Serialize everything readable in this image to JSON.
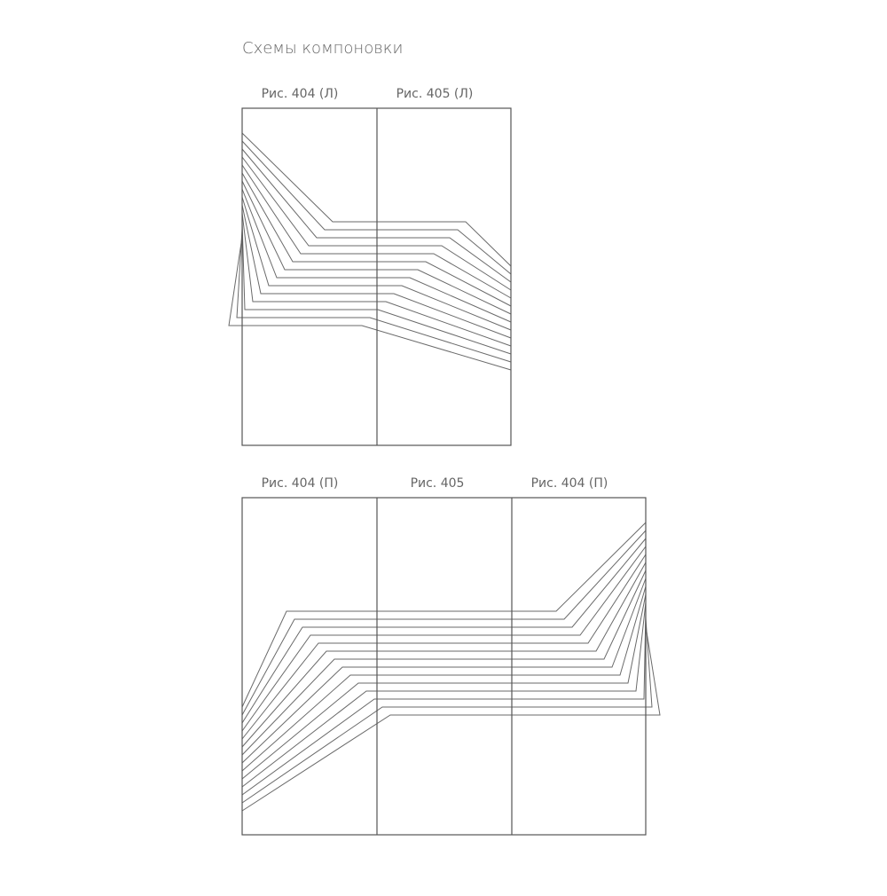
{
  "title": "Схемы компоновки",
  "colors": {
    "line": "#6a6a6a",
    "frame": "#555555",
    "text": "#666666",
    "background": "#ffffff"
  },
  "schemes": [
    {
      "id": "scheme-top",
      "panels": [
        {
          "label": "Рис. 404 (Л)"
        },
        {
          "label": "Рис. 405 (Л)"
        }
      ]
    },
    {
      "id": "scheme-bottom",
      "panels": [
        {
          "label": "Рис. 404 (П)"
        },
        {
          "label": "Рис. 405"
        },
        {
          "label": "Рис. 404 (П)"
        }
      ]
    }
  ]
}
